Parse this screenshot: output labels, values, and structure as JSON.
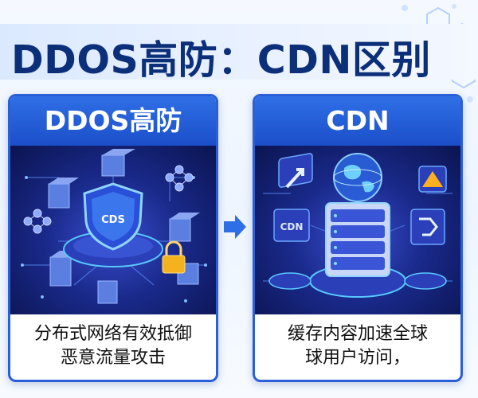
{
  "header": {
    "title": "DDOS高防：CDN区别"
  },
  "cards": [
    {
      "heading": "DDOS高防",
      "shield_label": "CDS",
      "lines": [
        "分布式网络有效抵御",
        "恶意流量攻击"
      ]
    },
    {
      "heading": "CDN",
      "tile_label": "CDN",
      "lines": [
        "缓存内容加速全球",
        "球用户访问，"
      ]
    }
  ],
  "colors": {
    "title_text": "#0b2f78",
    "card_border": "#2a5fd8",
    "card_header": "#1b4fc9",
    "art_background": "#1a2a8c",
    "glow": "#59c8ff",
    "arrow": "#2f6fe6"
  }
}
